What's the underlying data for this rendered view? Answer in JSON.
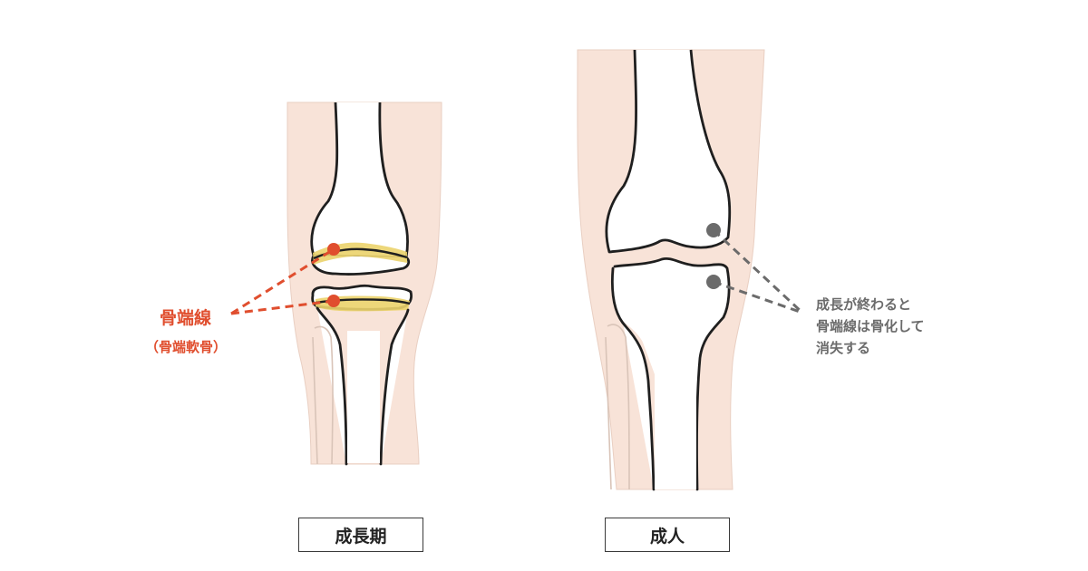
{
  "left_knee": {
    "label_main": "骨端線",
    "label_sub": "（骨端軟骨）",
    "caption": "成長期"
  },
  "right_knee": {
    "note_lines": [
      "成長が終わると",
      "骨端線は骨化して",
      "消失する"
    ],
    "caption": "成人"
  },
  "colors": {
    "skin": "#f8e3d8",
    "bone_outline": "#1f1f1f",
    "growth_plate": "#ebd36b",
    "accent_red": "#e04e2e",
    "accent_gray": "#6b6b6b"
  }
}
